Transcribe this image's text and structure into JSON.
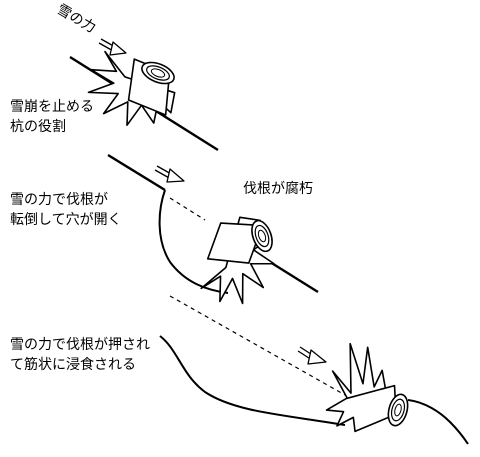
{
  "labels": {
    "snow_force": "雪の力",
    "stage1_line1": "雪崩を止める",
    "stage1_line2": "杭の役割",
    "stage2_line1": "雪の力で伐根が",
    "stage2_line2": "転倒して穴が開く",
    "stage2_decay": "伐根が腐朽",
    "stage3_line1": "雪の力で伐根が押され",
    "stage3_line2": "て筋状に浸食される"
  },
  "colors": {
    "stroke": "#000000",
    "fill": "#ffffff",
    "background": "#ffffff"
  },
  "icons": [
    "arrow-icon",
    "tree-stump-icon",
    "slope-line",
    "erosion-groove",
    "dashed-ground-line"
  ]
}
